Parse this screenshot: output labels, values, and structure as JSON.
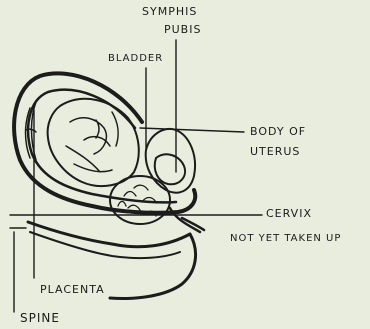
{
  "labels": {
    "symphysis_line1": "SYMPHIS",
    "symphysis_line2": "PUBIS",
    "bladder": "BLADDER",
    "body_line1": "BODY OF",
    "body_line2": "UTERUS",
    "cervix_line1": "CERVIX",
    "cervix_line2": "NOT YET TAKEN UP",
    "placenta": "PLACENTA",
    "spine": "SPINE"
  },
  "colors": {
    "paper": "#e9eddd",
    "ink": "#1c1c1c"
  }
}
